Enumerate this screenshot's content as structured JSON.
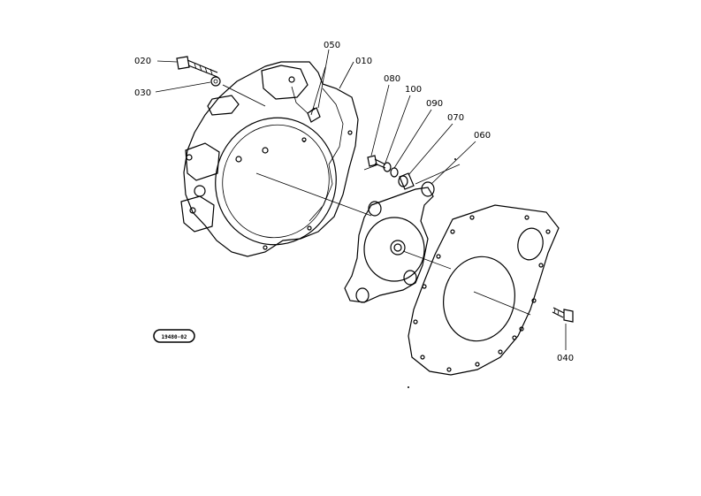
{
  "diagram": {
    "part_labels": {
      "p010": "010",
      "p020": "020",
      "p030": "030",
      "p040": "040",
      "p050": "050",
      "p060": "060",
      "p070": "070",
      "p080": "080",
      "p090": "090",
      "p100": "100"
    },
    "stamp": "19480-02"
  },
  "colors": {
    "ink": "#000000",
    "paper": "#ffffff"
  }
}
